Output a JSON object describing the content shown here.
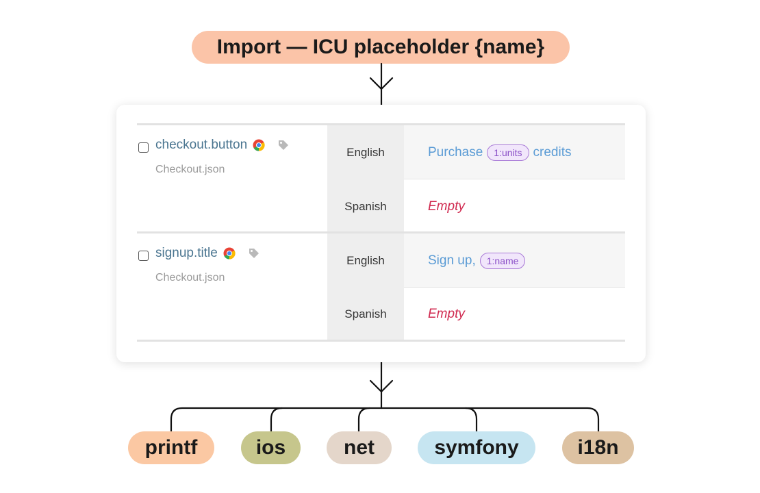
{
  "header": {
    "title": "Import — ICU placeholder {name}",
    "color": "#fbc4a8"
  },
  "table": {
    "rows": [
      {
        "key": "checkout.button",
        "file": "Checkout.json",
        "icons": [
          "chrome-icon",
          "tag-icon"
        ],
        "translations": [
          {
            "language": "English",
            "before": "Purchase",
            "placeholder": "1:units",
            "after": "credits",
            "state": "filled"
          },
          {
            "language": "Spanish",
            "text": "Empty",
            "state": "empty"
          }
        ]
      },
      {
        "key": "signup.title",
        "file": "Checkout.json",
        "icons": [
          "chrome-icon",
          "tag-icon"
        ],
        "translations": [
          {
            "language": "English",
            "before": "Sign up,",
            "placeholder": "1:name",
            "after": "",
            "state": "filled"
          },
          {
            "language": "Spanish",
            "text": "Empty",
            "state": "empty"
          }
        ]
      }
    ]
  },
  "formats": [
    {
      "label": "printf",
      "color": "#fbc8a3"
    },
    {
      "label": "ios",
      "color": "#c6c68c"
    },
    {
      "label": "net",
      "color": "#e4d6ca"
    },
    {
      "label": "symfony",
      "color": "#c6e5f1"
    },
    {
      "label": "i18n",
      "color": "#ddc2a2"
    }
  ]
}
